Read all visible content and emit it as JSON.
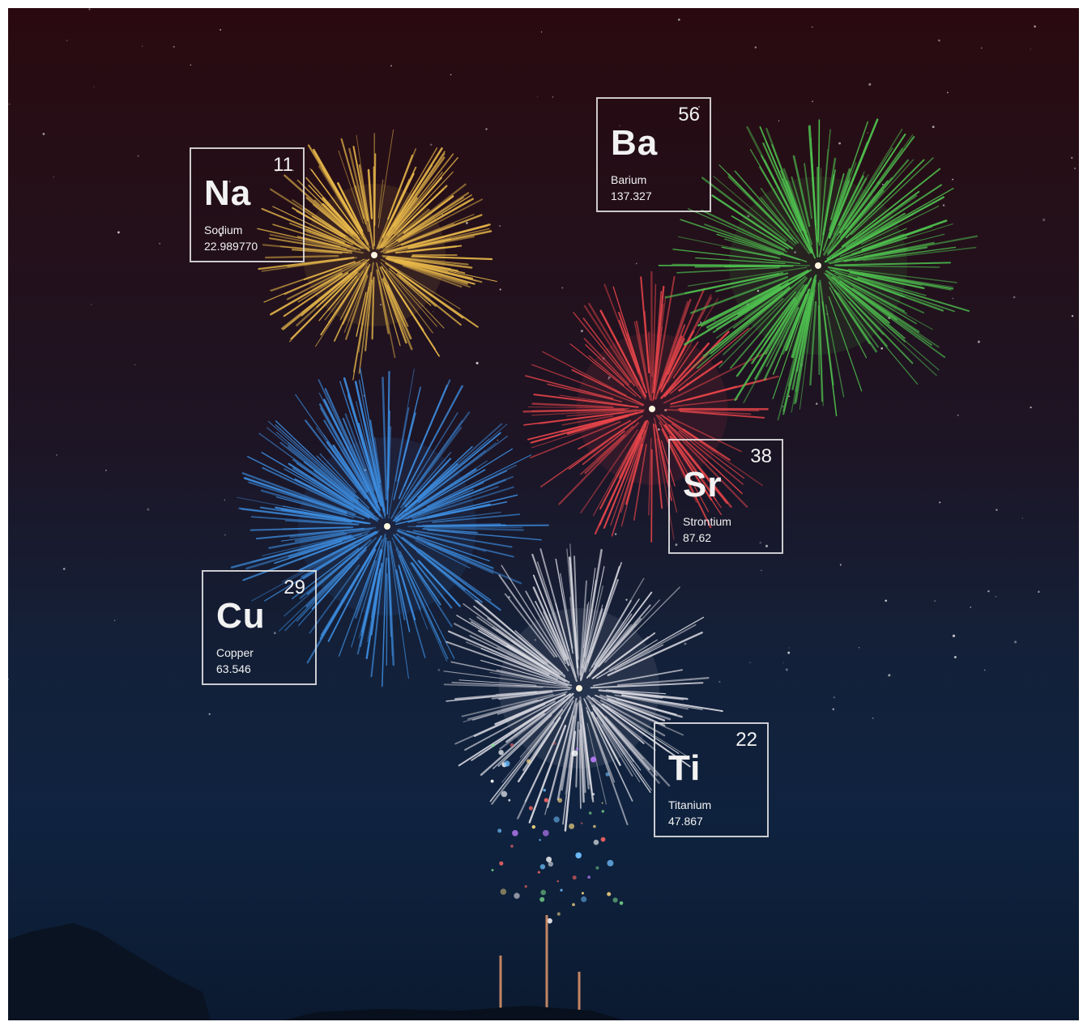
{
  "elements": [
    {
      "id": "na",
      "number": "11",
      "symbol": "Na",
      "name": "Sodium",
      "mass": "22.989770"
    },
    {
      "id": "ba",
      "number": "56",
      "symbol": "Ba",
      "name": "Barium",
      "mass": "137.327"
    },
    {
      "id": "sr",
      "number": "38",
      "symbol": "Sr",
      "name": "Strontium",
      "mass": "87.62"
    },
    {
      "id": "cu",
      "number": "29",
      "symbol": "Cu",
      "name": "Copper",
      "mass": "63.546"
    },
    {
      "id": "ti",
      "number": "22",
      "symbol": "Ti",
      "name": "Titanium",
      "mass": "47.867"
    }
  ],
  "colors": {
    "sodium-firework": "#e8b84a",
    "barium-firework": "#4fc24f",
    "strontium-firework": "#e8454a",
    "copper-firework": "#3d8de0",
    "titanium-firework": "#d8d8e0",
    "card-border": "#ebebeb"
  }
}
